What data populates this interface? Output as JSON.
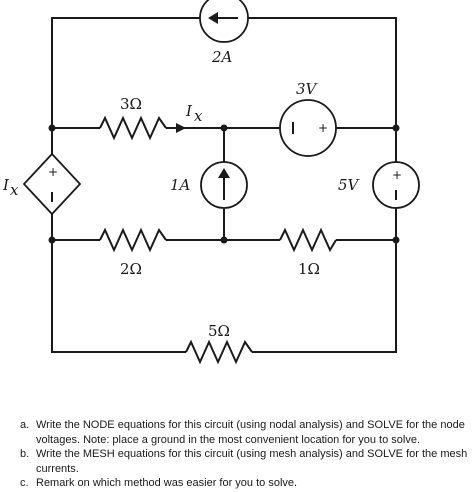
{
  "circuit": {
    "labels": {
      "current_top": "2A",
      "resistor_3": "3Ω",
      "current_ix": "I",
      "current_ix_sub": "x",
      "vsource_3v": "3V",
      "dep_source": "I",
      "dep_source_sub": "x",
      "current_1a": "1A",
      "vsource_5v": "5V",
      "resistor_2": "2Ω",
      "resistor_1": "1Ω",
      "resistor_5": "5Ω"
    },
    "signs": {
      "plus": "+",
      "minus": "−"
    },
    "icons": {
      "top_source": "current-source-arrow-left-icon",
      "middle_source": "current-source-arrow-up-icon",
      "dependent_source": "dependent-voltage-source-diamond-icon",
      "voltage_source_3v": "voltage-source-icon",
      "voltage_source_5v": "voltage-source-icon",
      "resistor": "resistor-zigzag-icon"
    }
  },
  "questions": [
    {
      "letter": "a.",
      "text": "Write the NODE equations for this circuit (using nodal analysis) and SOLVE for the node voltages. Note: place a ground in the most convenient location for you to solve."
    },
    {
      "letter": "b.",
      "text": "Write the MESH equations for this circuit (using mesh analysis) and SOLVE for the mesh currents."
    },
    {
      "letter": "c.",
      "text": "Remark on which method was easier for you to solve."
    }
  ]
}
